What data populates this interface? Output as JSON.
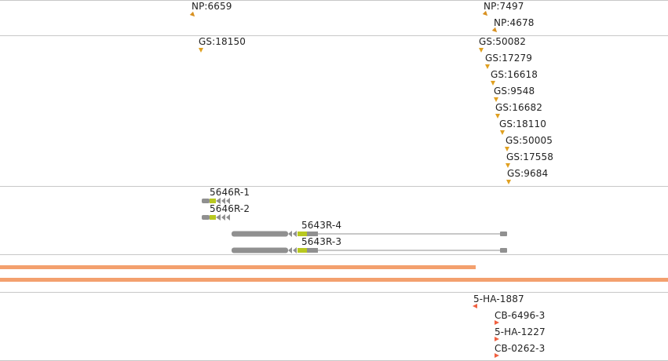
{
  "tracks": {
    "np": {
      "features": [
        "NP:6659",
        "NP:7497",
        "NP:4678"
      ]
    },
    "gs": {
      "features": [
        "GS:18150",
        "GS:50082",
        "GS:17279",
        "GS:16618",
        "GS:9548",
        "GS:16682",
        "GS:18110",
        "GS:50005",
        "GS:17558",
        "GS:9684"
      ]
    },
    "genes": {
      "features": [
        "5646R-1",
        "5646R-2",
        "5643R-4",
        "5643R-3"
      ]
    },
    "rnai": {
      "features": [
        "5-HA-1887",
        "CB-6496-3",
        "5-HA-1227",
        "CB-0262-3"
      ]
    }
  },
  "colors": {
    "gs_marker": "#e0a020",
    "np_marker": "#d89020",
    "rnai_marker": "#f06040",
    "gene_body": "#909090",
    "gene_cds": "#b8c820",
    "coverage_bar": "#f3a06e",
    "divider": "#c8c8c8"
  }
}
